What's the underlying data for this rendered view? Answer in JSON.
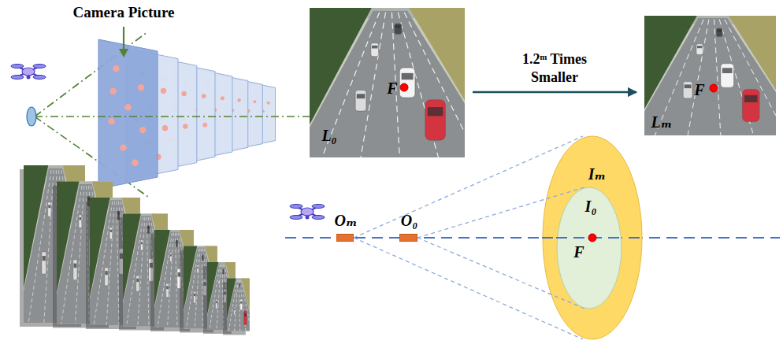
{
  "diagram": {
    "nodes": [
      {
        "text": [
          "F",
          "L₀"
        ]
      },
      {
        "text": [
          "F",
          "Lₘ"
        ]
      },
      {
        "text": [
          "Oₘ"
        ]
      },
      {
        "text": [
          "O₀"
        ]
      },
      {
        "text": [
          "Iₘ"
        ]
      },
      {
        "text": [
          "I₀",
          "F"
        ],
        "in": 4
      }
    ],
    "edges": [
      {
        "from": 0,
        "to": 1,
        "arrow": "to",
        "label": "1.2ᵐ Times Smaller"
      }
    ],
    "labels": [
      "Camera Picture"
    ]
  }
}
